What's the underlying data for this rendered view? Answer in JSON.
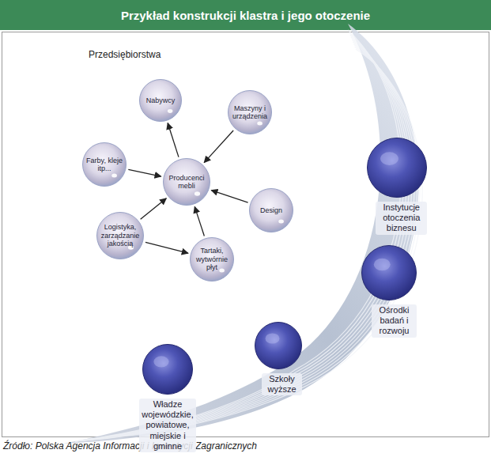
{
  "diagram": {
    "title": "Przykład konstrukcji klastra i jego otoczenie",
    "caption": "Źródło: Polska Agencja Informacji i Inwestycji Zagranicznych",
    "nodes": [
      {
        "text": [
          "Nabywcy"
        ]
      },
      {
        "text": [
          "Maszyny i urządzenia"
        ]
      },
      {
        "text": [
          "Farby, kleje itp..."
        ]
      },
      {
        "text": [
          "Producenci mebli"
        ]
      },
      {
        "text": [
          "Design"
        ]
      },
      {
        "text": [
          "Logistyka, zarządzanie jakością"
        ]
      },
      {
        "text": [
          "Tartaki, wytwórnie płyt"
        ]
      },
      {
        "text": [
          "Instytucje otoczenia biznesu"
        ]
      },
      {
        "text": [
          "Ośrodki badań i rozwoju"
        ]
      },
      {
        "text": [
          "Szkoły wyższe"
        ]
      },
      {
        "text": [
          "Władze wojewódzkie, powiatowe, miejskie i gminne"
        ]
      }
    ],
    "edges": [
      {
        "from": 3,
        "to": 0,
        "arrow": "to"
      },
      {
        "from": 1,
        "to": 3,
        "arrow": "to"
      },
      {
        "from": 2,
        "to": 3,
        "arrow": "to"
      },
      {
        "from": 4,
        "to": 3,
        "arrow": "to"
      },
      {
        "from": 5,
        "to": 3,
        "arrow": "to"
      },
      {
        "from": 5,
        "to": 6,
        "arrow": "to"
      },
      {
        "from": 6,
        "to": 3,
        "arrow": "to"
      }
    ],
    "labels": [
      "Przedsiębiorstwa"
    ]
  }
}
